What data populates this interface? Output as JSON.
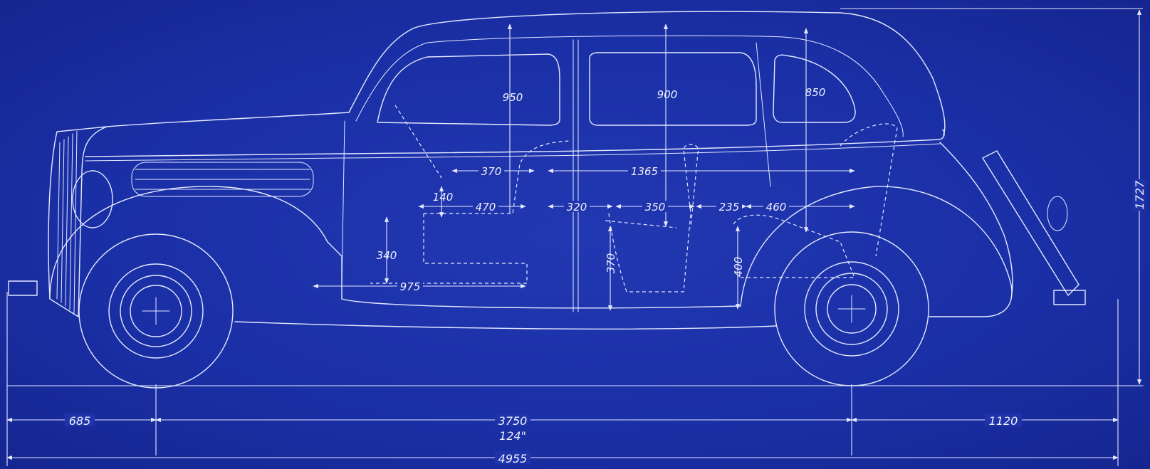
{
  "dimensions": {
    "front_overhang": "685",
    "wheelbase_mm": "3750",
    "wheelbase_in": "124\"",
    "rear_overhang": "1120",
    "overall_length": "4955",
    "overall_height": "1727",
    "headroom_front": "950",
    "headroom_middle": "900",
    "headroom_rear": "850",
    "front_seat_to_partition": "370",
    "interior_length": "1365",
    "seat_cushion_offset": "140",
    "front_seat_depth": "470",
    "partition_gap": "320",
    "jump_seat_depth": "350",
    "jump_to_rear_gap": "235",
    "rear_seat_depth": "460",
    "front_seat_height": "340",
    "front_floor_length": "975",
    "jump_seat_height": "370",
    "rear_seat_height": "400"
  },
  "colors": {
    "paper": "#1a2fa5",
    "ink": "#e4e9ff"
  }
}
